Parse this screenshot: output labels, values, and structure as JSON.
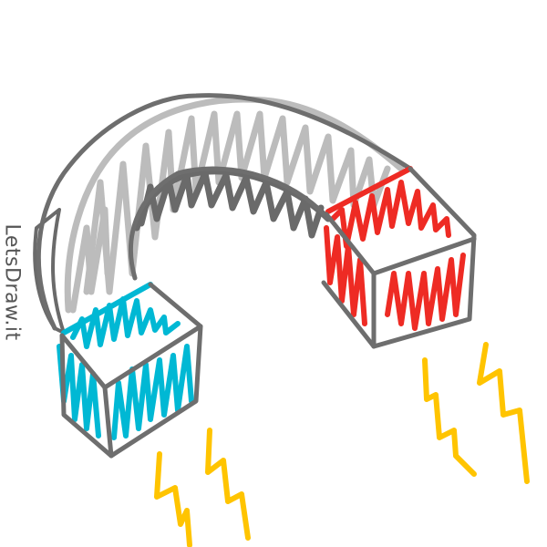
{
  "watermark": {
    "text": "LetsDraw.it"
  },
  "drawing": {
    "subject": "horseshoe magnet",
    "colors": {
      "outline": "#6e6e6e",
      "body_top": "#bcbcbc",
      "body_inner": "#6a6a6a",
      "body_outer_side": "#6a6a6a",
      "north_pole": "#ee2b24",
      "south_pole": "#00b8d4",
      "field_lines": "#ffc400",
      "background": "#ffffff"
    },
    "parts": [
      {
        "name": "magnet-body",
        "color_key": "body_top"
      },
      {
        "name": "red-pole",
        "color_key": "north_pole"
      },
      {
        "name": "blue-pole",
        "color_key": "south_pole"
      },
      {
        "name": "field-lines-left",
        "count": 2,
        "color_key": "field_lines"
      },
      {
        "name": "field-lines-right",
        "count": 2,
        "color_key": "field_lines"
      }
    ]
  }
}
